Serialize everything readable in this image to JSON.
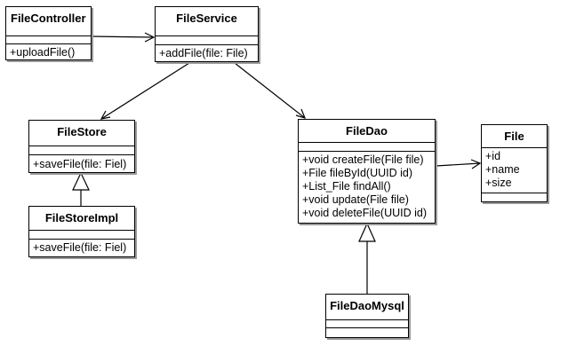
{
  "classes": {
    "file_controller": {
      "name": "FileController",
      "operations": [
        "+uploadFile()"
      ]
    },
    "file_service": {
      "name": "FileService",
      "operations": [
        "+addFile(file: File)"
      ]
    },
    "file_store": {
      "name": "FileStore",
      "operations": [
        "+saveFile(file: Fiel)"
      ]
    },
    "file_store_impl": {
      "name": "FileStoreImpl",
      "operations": [
        "+saveFile(file: Fiel)"
      ]
    },
    "file_dao": {
      "name": "FileDao",
      "operations": [
        "+void createFile(File file)",
        "+File fileById(UUID id)",
        "+List_File findAll()",
        "+void update(File file)",
        "+void deleteFile(UUID id)"
      ]
    },
    "file": {
      "name": "File",
      "attributes": [
        "+id",
        "+name",
        "+size"
      ]
    },
    "file_dao_mysql": {
      "name": "FileDaoMysql"
    }
  },
  "colors": {
    "line": "#000000",
    "shadow": "#9a9a9a",
    "background": "#ffffff"
  }
}
